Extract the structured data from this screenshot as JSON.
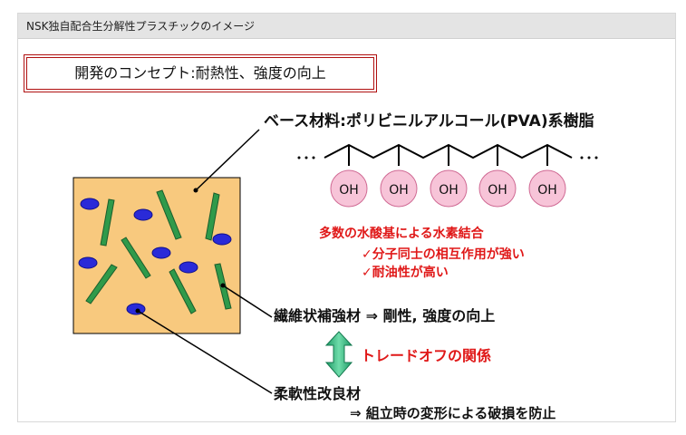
{
  "header": {
    "title": "NSK独自配合生分解性プラスチックのイメージ"
  },
  "concept": {
    "text": "開発のコンセプト:耐熱性、強度の向上"
  },
  "diagram": {
    "base_label": "ベース材料:ポリビニルアルコール(PVA)系樹脂",
    "oh_groups": [
      "OH",
      "OH",
      "OH",
      "OH",
      "OH"
    ],
    "hydrogen_bond": "多数の水酸基による水素結合",
    "check_1": "✓分子同士の相互作用が強い",
    "check_2": "✓耐油性が高い",
    "fiber_label": "繊維状補強材 ⇒ 剛性, 強度の向上",
    "tradeoff": "トレードオフの関係",
    "flex_label": "柔軟性改良材",
    "flex_effect": "⇒ 組立時の変形による破損を防止"
  },
  "colors": {
    "composite_fill": "#f8c97e",
    "ellipse": "#2a2ad8",
    "fiber": "#2f9a4a",
    "oh_circle": "#f7c4d8",
    "oh_stroke": "#d06a94",
    "red_text": "#e01818",
    "arrow": "#2fb07a"
  }
}
